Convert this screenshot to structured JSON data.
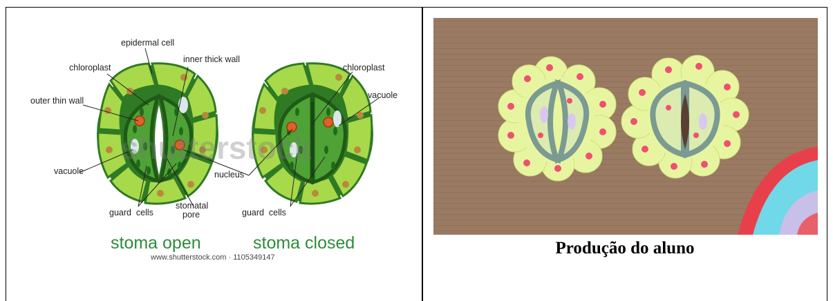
{
  "diagram": {
    "labels": {
      "epidermal_cell": "epidermal cell",
      "chloroplast_left": "chloroplast",
      "inner_thick_wall": "inner thick wall",
      "outer_thin_wall": "outer thin wall",
      "vacuole_left": "vacuole",
      "nucleus": "nucleus",
      "guard_cells_left": "guard  cells",
      "stomatal_pore": "stomatal\npore",
      "chloroplast_right": "chloroplast",
      "vacuole_right": "vacuole",
      "guard_cells_right": "guard  cells"
    },
    "stoma_open": "stoma open",
    "stoma_closed": "stoma closed",
    "watermark": "shutterstock",
    "footer": "www.shutterstock.com · 1105349147"
  },
  "photo": {
    "caption": "Produção do aluno"
  },
  "colors": {
    "cell_fill": "#a8d94a",
    "cell_light": "#c8ec6a",
    "cell_border": "#2f7a24",
    "guard_fill": "#3e8e2e",
    "chloroplast": "#1f6b1a",
    "nucleus": "#e0602a",
    "cardboard": "#9a7a62",
    "clay_cell": "#e8f5a0",
    "clay_dot": "#f05070",
    "clay_guard": "#7a9a92"
  }
}
